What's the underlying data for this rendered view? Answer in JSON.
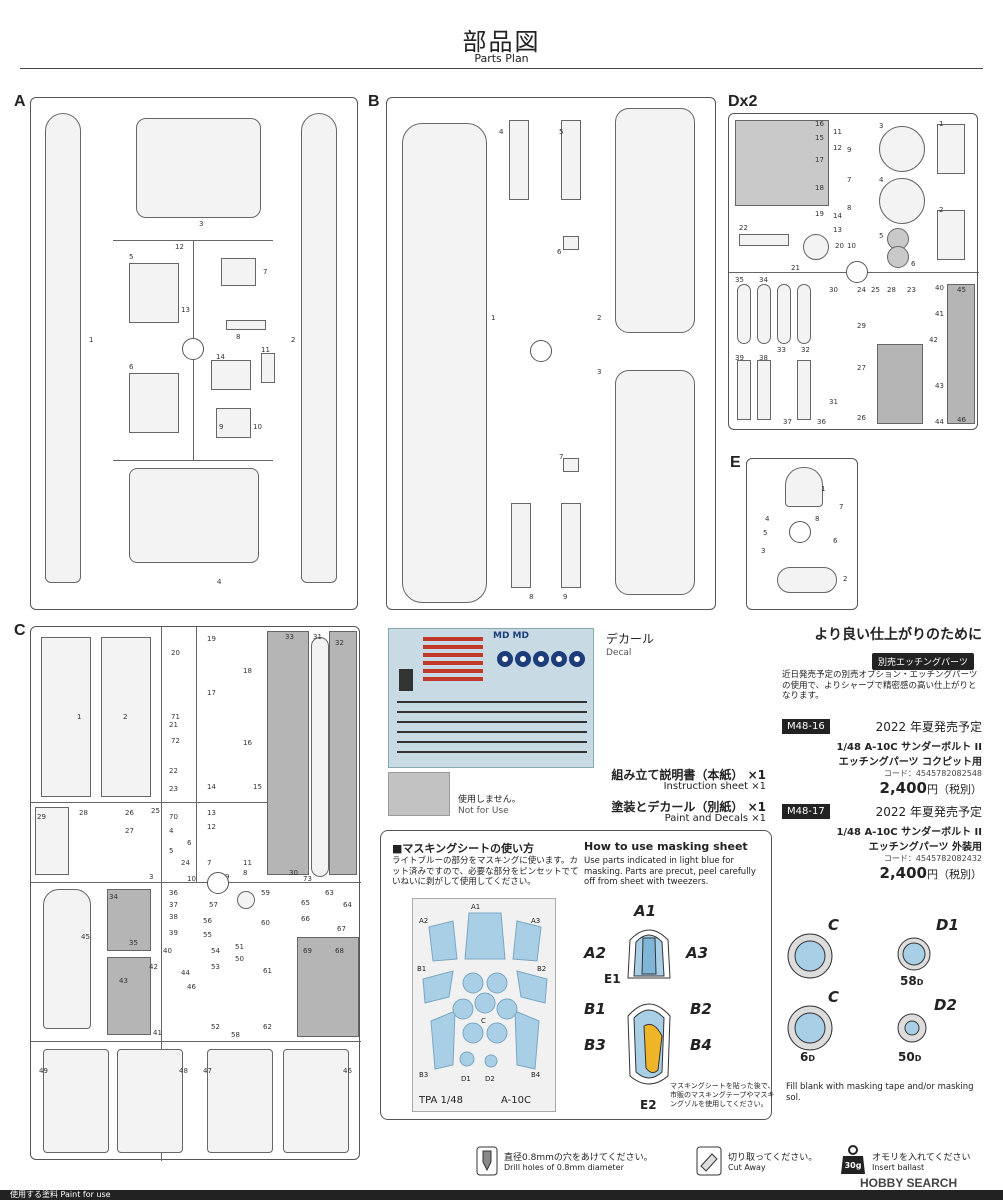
{
  "header": {
    "title_jp": "部品図",
    "title_en": "Parts Plan"
  },
  "sprues": {
    "A": {
      "letter": "A",
      "parts": [
        "1",
        "2",
        "3",
        "4",
        "5",
        "6",
        "7",
        "8",
        "9",
        "10",
        "11",
        "12",
        "13",
        "14"
      ]
    },
    "B": {
      "letter": "B",
      "parts": [
        "1",
        "2",
        "3",
        "4",
        "5",
        "6",
        "7",
        "8",
        "9"
      ]
    },
    "Dx2": {
      "letter": "Dx2",
      "parts": [
        "1",
        "2",
        "3",
        "4",
        "5",
        "6",
        "7",
        "8",
        "9",
        "10",
        "11",
        "12",
        "13",
        "14",
        "15",
        "16",
        "17",
        "18",
        "19",
        "20",
        "21",
        "22",
        "23",
        "24",
        "25",
        "26",
        "27",
        "28",
        "29",
        "30",
        "31",
        "32",
        "33",
        "34",
        "35",
        "36",
        "37",
        "38",
        "39",
        "40",
        "41",
        "42",
        "43",
        "44",
        "45",
        "46"
      ]
    },
    "E": {
      "letter": "E",
      "parts": [
        "1",
        "2",
        "3",
        "4",
        "5",
        "6",
        "7",
        "8"
      ]
    },
    "C": {
      "letter": "C",
      "parts": [
        "1",
        "2",
        "3",
        "4",
        "5",
        "6",
        "7",
        "8",
        "9",
        "10",
        "11",
        "12",
        "13",
        "14",
        "15",
        "16",
        "17",
        "18",
        "19",
        "20",
        "21",
        "22",
        "23",
        "24",
        "25",
        "26",
        "27",
        "28",
        "29",
        "30",
        "31",
        "32",
        "33",
        "34",
        "35",
        "36",
        "37",
        "38",
        "39",
        "40",
        "41",
        "42",
        "43",
        "44",
        "45",
        "46",
        "47",
        "48",
        "49",
        "50",
        "51",
        "52",
        "53",
        "54",
        "55",
        "56",
        "57",
        "58",
        "59",
        "60",
        "61",
        "62",
        "63",
        "64",
        "65",
        "66",
        "67",
        "68",
        "69",
        "70",
        "71",
        "72",
        "73"
      ]
    }
  },
  "decal": {
    "label_jp": "デカール",
    "label_en": "Decal",
    "marking": "MD MD"
  },
  "not_for_use": {
    "jp": "使用しません。",
    "en": "Not for Use"
  },
  "contents": [
    {
      "jp": "組み立て説明書（本紙）",
      "qty": "×1",
      "en": "Instruction sheet",
      "qty_en": "×1"
    },
    {
      "jp": "塗装とデカール（別紙）",
      "qty": "×1",
      "en": "Paint and Decals",
      "qty_en": "×1"
    }
  ],
  "improvement": {
    "title": "より良い仕上がりのために",
    "badge": "別売エッチングパーツ",
    "desc": "近日発売予定の別売オプション・エッチングパーツの使用で、よりシャープで精密感の高い仕上がりとなります。",
    "products": [
      {
        "code": "M48-16",
        "release": "2022 年夏発売予定",
        "name1": "1/48 A-10C サンダーボルト II",
        "name2": "エッチングパーツ コクピット用",
        "jan": "コード：4545782082548",
        "price": "2,400",
        "yen": "円（税別）"
      },
      {
        "code": "M48-17",
        "release": "2022 年夏発売予定",
        "name1": "1/48 A-10C サンダーボルト II",
        "name2": "エッチングパーツ 外装用",
        "jan": "コード：4545782082432",
        "price": "2,400",
        "yen": "円（税別）"
      }
    ]
  },
  "masking": {
    "title_jp": "■マスキングシートの使い方",
    "title_en": "How to use masking sheet",
    "desc_jp": "ライトブルーの部分をマスキングに使います。カット済みですので、必要な部分をピンセットでていねいに剥がして使用してください。",
    "desc_en": "Use parts indicated in light blue for masking. Parts are precut, peel carefully off from sheet with tweezers.",
    "sheet_labels": [
      "A1",
      "A2",
      "A3",
      "B1",
      "B2",
      "B3",
      "B4",
      "C",
      "D1",
      "D2"
    ],
    "sheet_footer_left": "TPA 1/48",
    "sheet_footer_right": "A-10C",
    "canopy_labels": {
      "a1": "A1",
      "a2": "A2",
      "a3": "A3",
      "e1": "E1",
      "b1": "B1",
      "b2": "B2",
      "b3": "B3",
      "b4": "B4",
      "e2": "E2"
    },
    "wheel_labels": {
      "c1": "C",
      "d1": "D1",
      "p58": "58",
      "p58s": "D",
      "c2": "C",
      "d2": "D2",
      "p6": "6",
      "p6s": "D",
      "p50": "50",
      "p50s": "D"
    },
    "note_jp": "マスキングシートを貼った後で、市販のマスキングテープやマスキングゾルを使用してください。",
    "note_en": "Fill blank with masking tape and/or masking sol."
  },
  "legend": [
    {
      "jp": "直径0.8mmの穴をあけてください。",
      "en": "Drill holes of 0.8mm diameter",
      "icon": "drill-icon"
    },
    {
      "jp": "切り取ってください。",
      "en": "Cut Away",
      "icon": "cut-icon"
    },
    {
      "jp": "オモリを入れてください",
      "en": "Insert ballast",
      "icon": "ballast-icon",
      "weight": "30g"
    }
  ],
  "watermark": "HOBBY SEARCH",
  "footer_strip": "使用する塗料 Paint for use"
}
